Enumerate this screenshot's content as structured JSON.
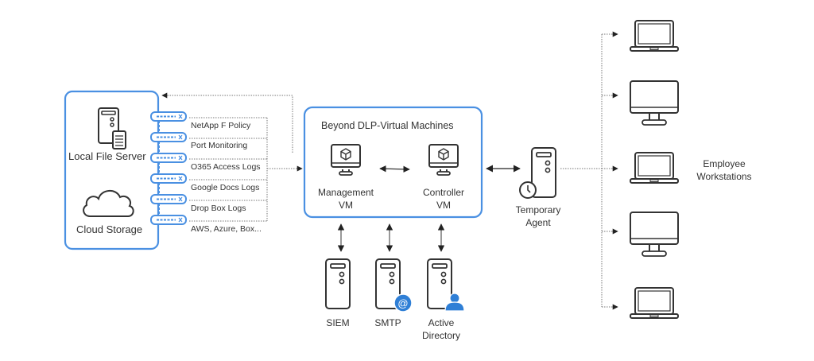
{
  "diagram": {
    "left_group": {
      "local_file_server": "Local File Server",
      "cloud_storage": "Cloud Storage"
    },
    "sources": [
      "NetApp F Policy",
      "Port Monitoring",
      "O365 Access Logs",
      "Google Docs Logs",
      "Drop Box Logs",
      "AWS, Azure, Box..."
    ],
    "vm_group": {
      "title": "Beyond DLP-Virtual Machines",
      "management_vm": [
        "Management",
        "VM"
      ],
      "controller_vm": [
        "Controller",
        "VM"
      ]
    },
    "services": {
      "siem": "SIEM",
      "smtp": "SMTP",
      "active_directory": [
        "Active",
        "Directory"
      ]
    },
    "agent": [
      "Temporary",
      "Agent"
    ],
    "workstations": {
      "label": [
        "Employee",
        "Workstations"
      ],
      "devices": [
        "laptop",
        "desktop",
        "laptop",
        "desktop",
        "laptop"
      ]
    },
    "colors": {
      "accent": "#4a90e2",
      "stroke": "#333333",
      "dotted": "#666666"
    }
  }
}
